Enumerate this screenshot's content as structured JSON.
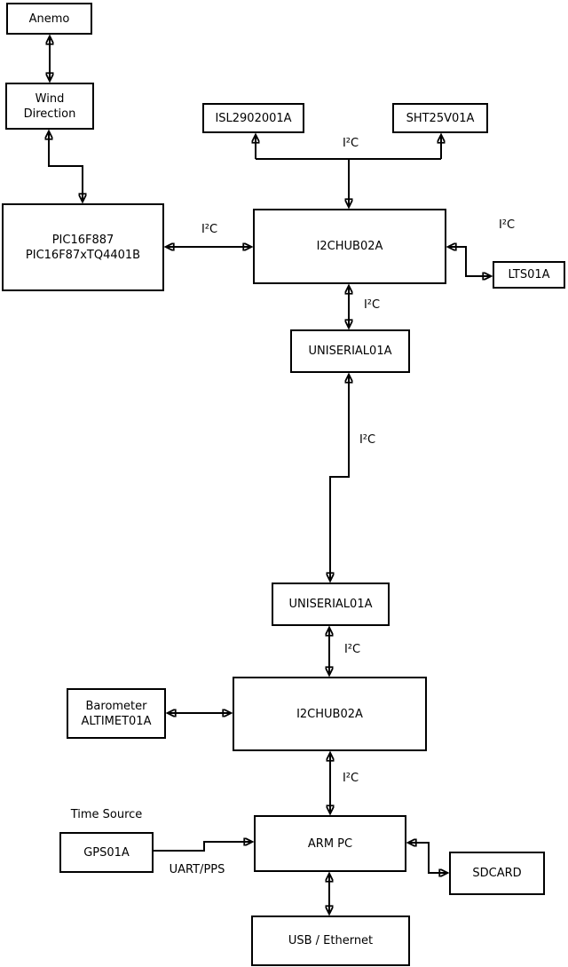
{
  "diagram": {
    "background_color": "#ffffff",
    "line_color": "#000000",
    "nodes": {
      "anemo": {
        "label": "Anemo"
      },
      "wind_direction": {
        "lines": [
          "Wind",
          "Direction"
        ]
      },
      "pic": {
        "lines": [
          "PIC16F887",
          "PIC16F87xTQ4401B"
        ]
      },
      "isl": {
        "label": "ISL2902001A"
      },
      "sht": {
        "label": "SHT25V01A"
      },
      "i2chub_top": {
        "label": "I2CHUB02A"
      },
      "lts": {
        "label": "LTS01A"
      },
      "uniserial_top": {
        "label": "UNISERIAL01A"
      },
      "uniserial_bottom": {
        "label": "UNISERIAL01A"
      },
      "i2chub_bottom": {
        "label": "I2CHUB02A"
      },
      "barometer": {
        "lines": [
          "Barometer",
          "ALTIMET01A"
        ]
      },
      "gps": {
        "label": "GPS01A"
      },
      "arm_pc": {
        "label": "ARM PC"
      },
      "sdcard": {
        "label": "SDCARD"
      },
      "usb_ethernet": {
        "label": "USB / Ethernet"
      }
    },
    "edge_labels": {
      "i2c_sensor_bus": "I²C",
      "i2c_pic_hub": "I²C",
      "i2c_hub_lts": "I²C",
      "i2c_hub_uniserial": "I²C",
      "i2c_uniserial_link": "I²C",
      "i2c_uniserial_hub2": "I²C",
      "i2c_hub2_arm": "I²C",
      "time_source": "Time Source",
      "uart_pps": "UART/PPS"
    }
  }
}
